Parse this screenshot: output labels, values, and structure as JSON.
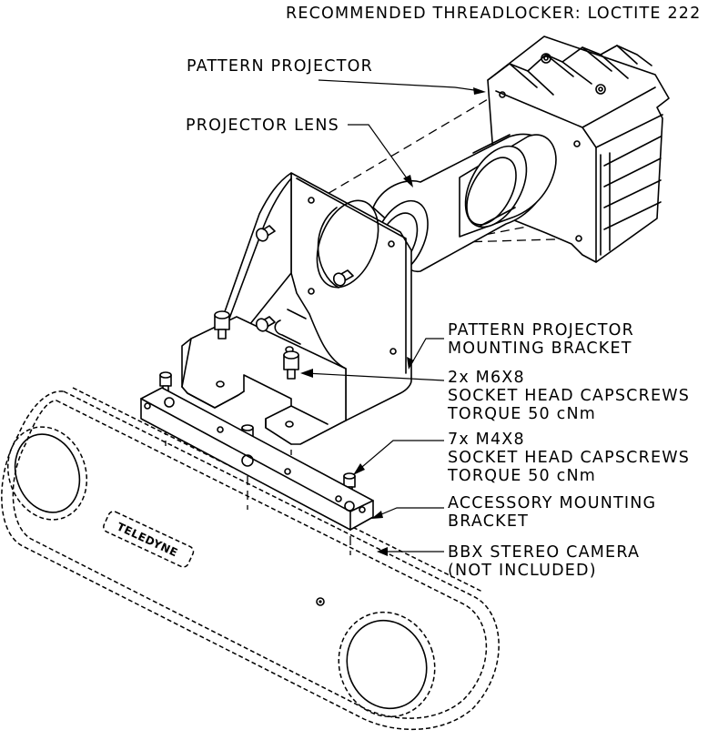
{
  "note": "RECOMMENDED THREADLOCKER: LOCTITE 222",
  "labels": {
    "pattern_projector": "PATTERN PROJECTOR",
    "projector_lens": "PROJECTOR LENS",
    "mounting_bracket_line1": "PATTERN PROJECTOR",
    "mounting_bracket_line2": "MOUNTING BRACKET",
    "m6_line1": "2x M6X8",
    "m6_line2": "SOCKET HEAD CAPSCREWS",
    "m6_line3": "TORQUE 50 cNm",
    "m4_line1": "7x M4X8",
    "m4_line2": "SOCKET HEAD CAPSCREWS",
    "m4_line3": "TORQUE 50 cNm",
    "accessory_line1": "ACCESSORY MOUNTING",
    "accessory_line2": "BRACKET",
    "camera_line1": "BBX STEREO CAMERA",
    "camera_line2": "(NOT INCLUDED)",
    "camera_logo": "TELEDYNE"
  }
}
